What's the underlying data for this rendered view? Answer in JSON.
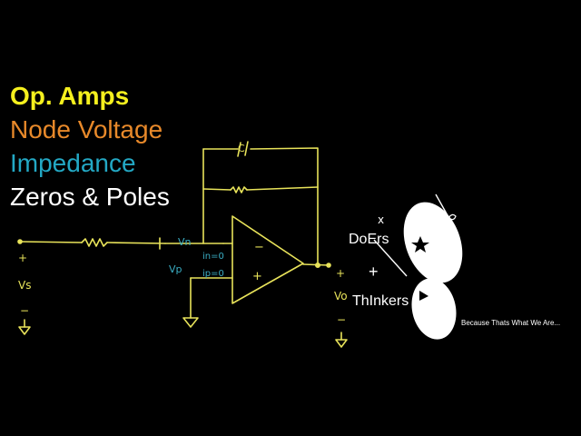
{
  "topics": [
    {
      "label": "Op. Amps",
      "color": "#f5f01e"
    },
    {
      "label": "Node Voltage",
      "color": "#e8892a"
    },
    {
      "label": "Impedance",
      "color": "#23a8c4"
    },
    {
      "label": "Zeros & Poles",
      "color": "#ffffff"
    }
  ],
  "circuit": {
    "ink_color": "#e8e35a",
    "note_color": "#3aaec4",
    "cap_label": "C",
    "vn_label": "Vn",
    "vp_label": "Vp",
    "in_label": "in=0",
    "ip_label": "ip=0",
    "minus_sign": "−",
    "plus_sign": "+",
    "vs_plus": "+",
    "vs_label": "Vs",
    "vs_minus": "−",
    "vo_plus": "+",
    "vo_label": "Vo",
    "vo_minus": "−"
  },
  "logo": {
    "word1": "DoErs",
    "plus": "+",
    "word2": "ThInkers",
    "tagline": "Because Thats What We Are..."
  }
}
